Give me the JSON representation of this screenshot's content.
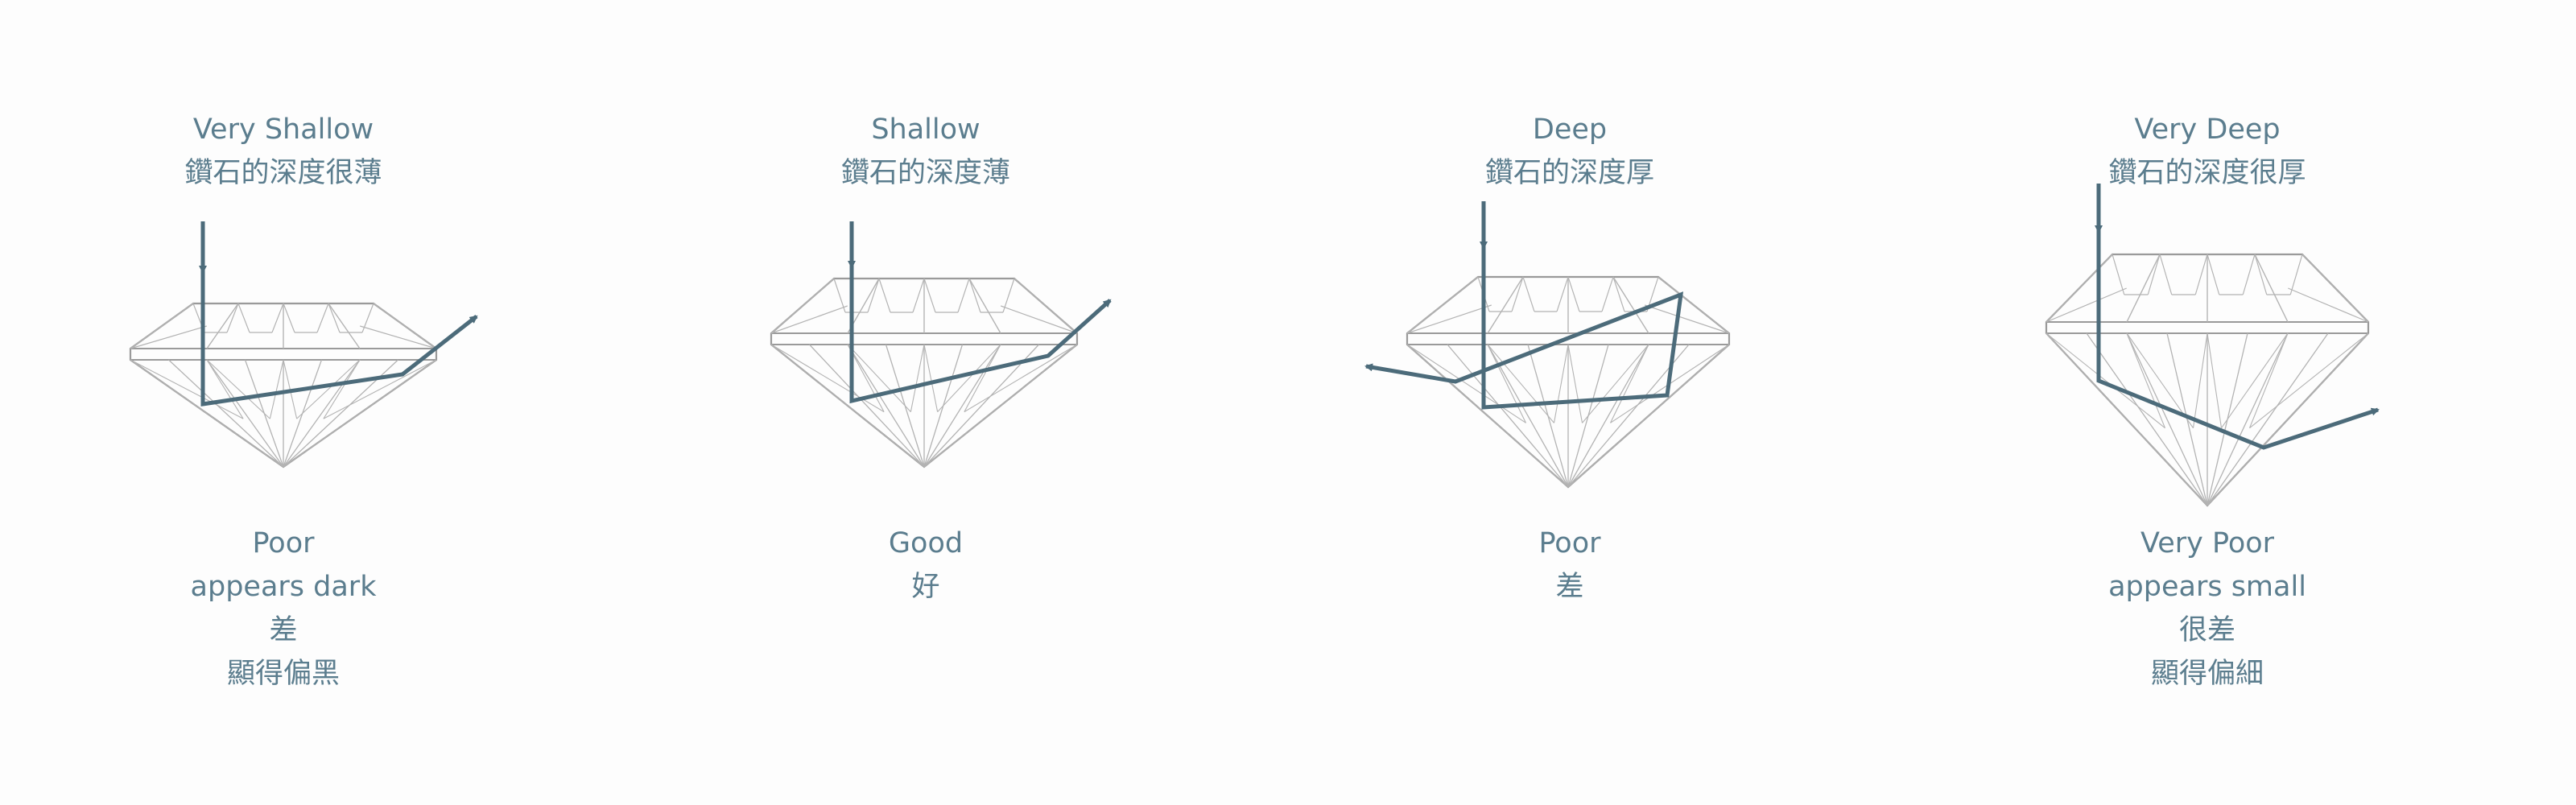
{
  "colors": {
    "text": "#5b7d8e",
    "arrow": "#4c6b7a",
    "outline": "#9a9a9a",
    "facet": "#b3b3b3",
    "background": "#fdfdfd"
  },
  "diamonds": [
    {
      "id": "very-shallow",
      "title_en": "Very Shallow",
      "title_zh": "鑽石的深度很薄",
      "rating_en": "Poor",
      "note_en": "appears dark",
      "rating_zh": "差",
      "note_zh": "顯得偏黑"
    },
    {
      "id": "shallow",
      "title_en": "Shallow",
      "title_zh": "鑽石的深度薄",
      "rating_en": "Good",
      "note_en": "",
      "rating_zh": "好",
      "note_zh": ""
    },
    {
      "id": "deep",
      "title_en": "Deep",
      "title_zh": "鑽石的深度厚",
      "rating_en": "Poor",
      "note_en": "",
      "rating_zh": "差",
      "note_zh": ""
    },
    {
      "id": "very-deep",
      "title_en": "Very Deep",
      "title_zh": "鑽石的深度很厚",
      "rating_en": "Very Poor",
      "note_en": "appears small",
      "rating_zh": "很差",
      "note_zh": "顯得偏細"
    }
  ]
}
